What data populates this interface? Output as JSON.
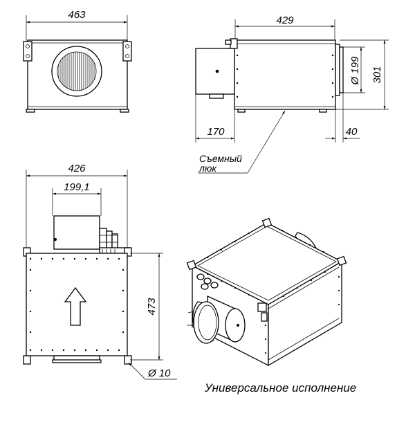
{
  "front_view": {
    "width_dim": "463"
  },
  "side_view": {
    "length_dim": "429",
    "outlet_offset_dim": "170",
    "flange_dim": "40",
    "diameter_dim": "Ø 199",
    "height_dim": "301",
    "hatch_label_line1": "Съемный",
    "hatch_label_line2": "люк"
  },
  "top_view": {
    "width_dim": "426",
    "offset_dim": "199,1",
    "depth_dim": "473",
    "hole_dim": "Ø 10"
  },
  "caption": "Универсальное исполнение"
}
